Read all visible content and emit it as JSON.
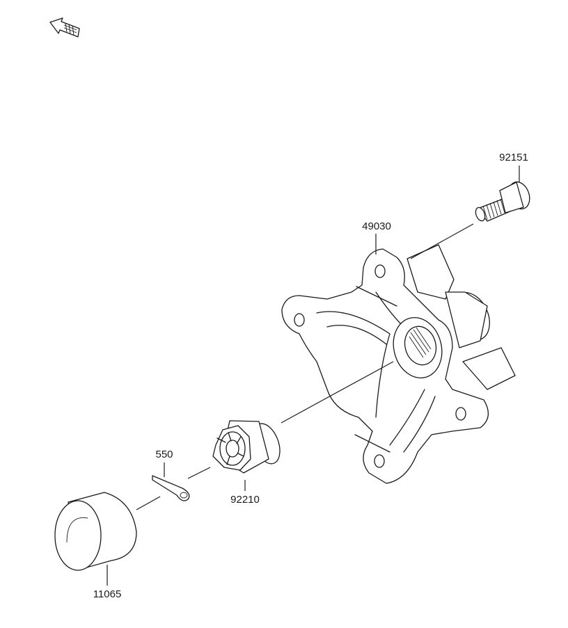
{
  "parts": [
    {
      "id": "p92151",
      "number": "92151"
    },
    {
      "id": "p49030",
      "number": "49030"
    },
    {
      "id": "p550",
      "number": "550"
    },
    {
      "id": "p92210",
      "number": "92210"
    },
    {
      "id": "p11065",
      "number": "11065"
    }
  ],
  "colors": {
    "ink": "#1a1a1a",
    "background": "#ffffff"
  },
  "icons": {
    "front_arrow": "front-arrow-icon"
  }
}
